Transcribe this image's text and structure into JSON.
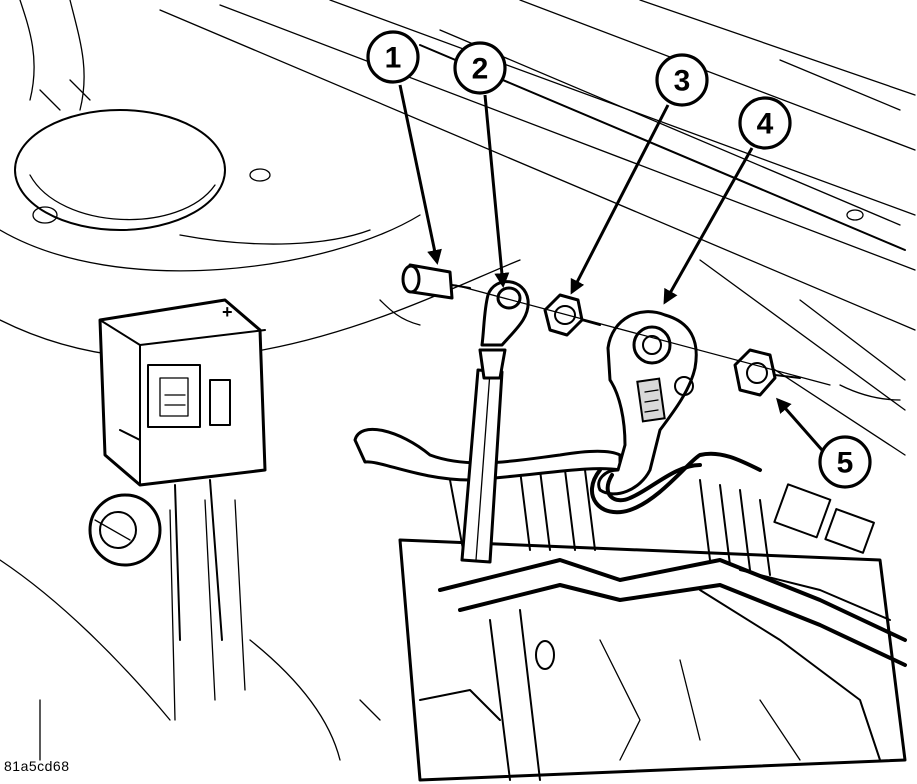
{
  "figure": {
    "id_label": "81a5cd68"
  },
  "callouts": [
    {
      "number": "1"
    },
    {
      "number": "2"
    },
    {
      "number": "3"
    },
    {
      "number": "4"
    },
    {
      "number": "5"
    }
  ]
}
